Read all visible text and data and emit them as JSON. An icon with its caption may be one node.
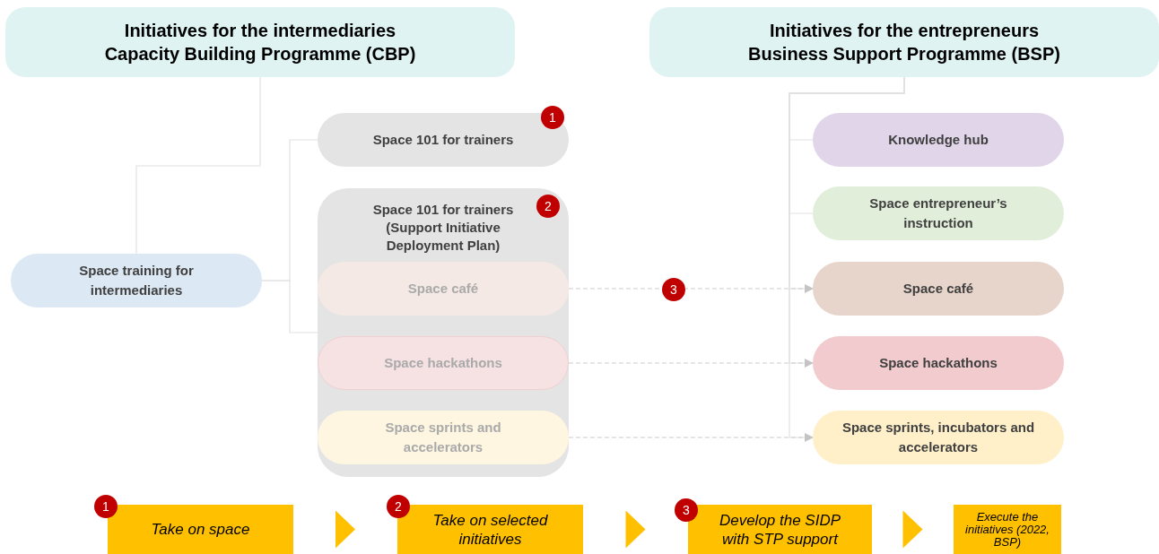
{
  "diagram": {
    "nodes": [
      {
        "text": [
          "Initiatives for the intermediaries",
          "Capacity Building Programme (CBP)"
        ]
      },
      {
        "text": [
          "Initiatives for the entrepreneurs",
          "Business Support Programme (BSP)"
        ]
      },
      {
        "text": [
          "Space training for intermediaries"
        ]
      },
      {
        "text": [
          "Space 101 for trainers"
        ]
      },
      {
        "text": [
          "Space 101 for trainers (Support Initiative Deployment Plan)"
        ]
      },
      {
        "text": [
          "Space café"
        ],
        "in": 4
      },
      {
        "text": [
          "Space hackathons"
        ],
        "in": 4
      },
      {
        "text": [
          "Space sprints and accelerators"
        ],
        "in": 4
      },
      {
        "text": [
          "Knowledge hub"
        ]
      },
      {
        "text": [
          "Space entrepreneur’s instruction"
        ]
      },
      {
        "text": [
          "Space café"
        ]
      },
      {
        "text": [
          "Space hackathons"
        ]
      },
      {
        "text": [
          "Space sprints, incubators and accelerators"
        ]
      },
      {
        "text": [
          "Take on space"
        ]
      },
      {
        "text": [
          "Take on selected initiatives"
        ]
      },
      {
        "text": [
          "Develop the SIDP with STP support"
        ]
      },
      {
        "text": [
          "Execute the initiatives (2022, BSP)"
        ]
      }
    ],
    "edges": [
      {
        "from": 0,
        "to": 2,
        "arrow": "none"
      },
      {
        "from": 2,
        "to": 3,
        "arrow": "none"
      },
      {
        "from": 2,
        "to": 4,
        "arrow": "none"
      },
      {
        "from": 1,
        "to": 8,
        "arrow": "none"
      },
      {
        "from": 1,
        "to": 9,
        "arrow": "none"
      },
      {
        "from": 1,
        "to": 10,
        "arrow": "none"
      },
      {
        "from": 1,
        "to": 11,
        "arrow": "none"
      },
      {
        "from": 1,
        "to": 12,
        "arrow": "none"
      },
      {
        "from": 5,
        "to": 10,
        "arrow": "to",
        "style": "dashed"
      },
      {
        "from": 6,
        "to": 11,
        "arrow": "to",
        "style": "dashed"
      },
      {
        "from": 7,
        "to": 12,
        "arrow": "to",
        "style": "dashed"
      },
      {
        "from": 13,
        "to": 14,
        "arrow": "to"
      },
      {
        "from": 14,
        "to": 15,
        "arrow": "to"
      },
      {
        "from": 15,
        "to": 16,
        "arrow": "to"
      }
    ],
    "labels": [
      "1",
      "2",
      "3",
      "1",
      "2",
      "3"
    ]
  }
}
